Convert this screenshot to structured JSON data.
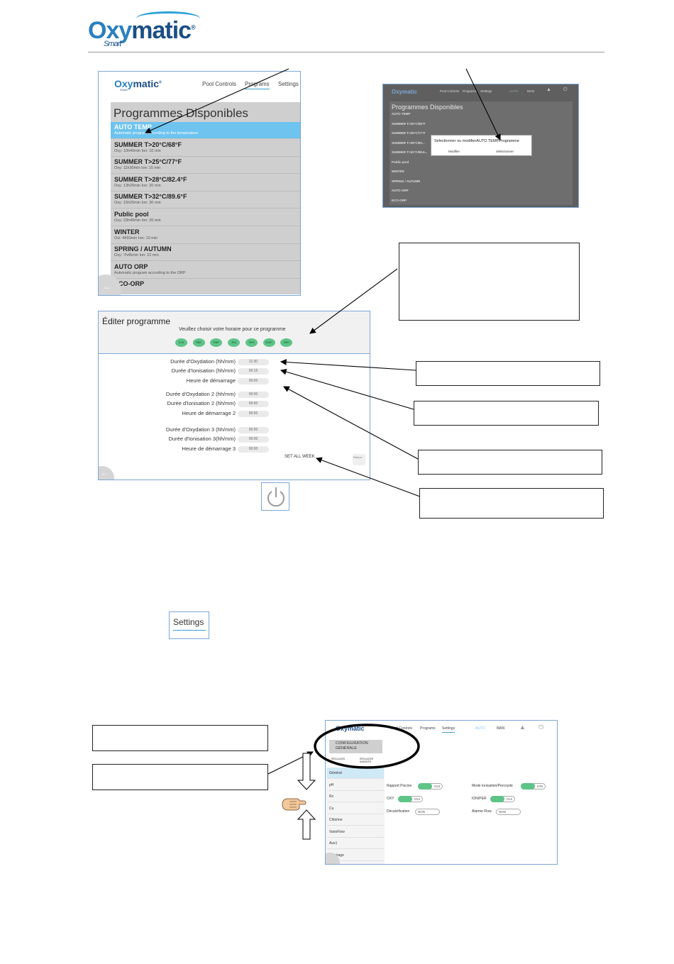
{
  "brand": {
    "logo_oxy": "Oxy",
    "logo_matic": "matic",
    "logo_reg": "®",
    "logo_smart": "Smart"
  },
  "programs_screen": {
    "logo_oxy": "Oxy",
    "logo_matic": "matic",
    "logo_tm": "®",
    "logo_smart": "Smart",
    "nav": [
      "Pool Controls",
      "Programs",
      "Settings"
    ],
    "title": "Programmes Disponibles",
    "items": [
      {
        "name": "AUTO TEMP",
        "desc": "Automatic program according to the temperature"
      },
      {
        "name": "SUMMER T>20°C/68°F",
        "desc": "Oxy: 10h40min  Ion: 10 min"
      },
      {
        "name": "SUMMER T>25°C/77°F",
        "desc": "Oxy: 11h30min  Ion: 15 min"
      },
      {
        "name": "SUMMER T>28°C/82.4°F",
        "desc": "Oxy: 13h20min  Ion: 20 min"
      },
      {
        "name": "SUMMER T>32°C/89.6°F",
        "desc": "Oxy: 15h20min  Ion: 30 min"
      },
      {
        "name": "Public pool",
        "desc": "Oxy: 23h40min  Ion: 20 min"
      },
      {
        "name": "WINTER",
        "desc": "Oxi: 4h50min  Ion: 10 min"
      },
      {
        "name": "SPRING / AUTUMN",
        "desc": "Oxy: 7h45min  Ion: 10 min"
      },
      {
        "name": "AUTO ORP",
        "desc": "Automatic program according to the ORP"
      },
      {
        "name": "ECO-ORP",
        "desc": ""
      }
    ],
    "back_arrow": "←"
  },
  "dialog_screen": {
    "logo": "Oxymatic",
    "nav": [
      "Pool Controls",
      "Programs",
      "Settings"
    ],
    "mode_auto": "AUTO",
    "mode_man": "MAN",
    "title": "Programmes Disponibles",
    "items": [
      "AUTO TEMP",
      "SUMMER T>20°C/68°F",
      "SUMMER T>25°C/77°F",
      "SUMMER T>28°C/82...",
      "SUMMER T>32°C/89.6...",
      "Public pool",
      "WINTER",
      "SPRING / AUTUMN",
      "AUTO ORP",
      "ECO-ORP"
    ],
    "dialog_text": "Sélectionner ou modifierAUTO TEMPProgramme",
    "dialog_modify": "Modifier",
    "dialog_select": "Sélectionner"
  },
  "editor_screen": {
    "title": "Éditer programme",
    "subtitle": "Veuillez choisir votre horaire pour ce programme",
    "days": [
      "Lun",
      "Mar",
      "Mer",
      "Jeu",
      "Ven",
      "Sam",
      "Dim"
    ],
    "fields": [
      {
        "label": "Durée d'Oxydation (hh/mm)",
        "value": "11:30"
      },
      {
        "label": "Durée d'Ionisation (hh/mm)",
        "value": "00:15"
      },
      {
        "label": "Heure de démarrage",
        "value": "06:00"
      },
      {
        "label": "Durée d'Oxydation 2 (hh/mm)",
        "value": "00:00"
      },
      {
        "label": "Durée d'Ionisation 2 (hh/mm)",
        "value": "00:00"
      },
      {
        "label": "Heure de démarrage 2",
        "value": "00:00"
      },
      {
        "label": "Durée d'Oxydation 3 (hh/mm)",
        "value": "00:00"
      },
      {
        "label": "Durée d'Ionisation 3(hh/mm)",
        "value": "00:00"
      },
      {
        "label": "Heure de démarrage 3",
        "value": "00:00"
      }
    ],
    "set_all_week": "SET ALL WEEK",
    "retour": "Retour",
    "back_arrow": "←"
  },
  "settings_button": {
    "label": "Settings"
  },
  "settings_screen": {
    "logo": "Oxymatic",
    "nav": [
      "Pool Controls",
      "Programs",
      "Settings"
    ],
    "mode_auto": "AUTO",
    "mode_man": "MAN",
    "config_title_1": "CONFIGURATION",
    "config_title_2": "GÉNÉRALE",
    "sub_tab_1": "RÉGLAGES",
    "sub_tab_2": "RÉGLAGES AVANCÉS",
    "sidebar": [
      "Général",
      "pH",
      "Rx",
      "Cu",
      "Chlorine",
      "VarioFlow",
      "Aux1",
      "Eclairage"
    ],
    "settings": [
      {
        "label": "Rapport Piscine",
        "state": "OUI"
      },
      {
        "label": "OXY",
        "state": "OUI"
      },
      {
        "label": "Décalcification",
        "state": "NON"
      },
      {
        "label": "Mode Ionisation/Percoyde",
        "state": "ION"
      },
      {
        "label": "ION/PER",
        "state": "OUI"
      },
      {
        "label": "Alarme Flow",
        "state": "NON"
      }
    ]
  },
  "colors": {
    "brand_blue": "#1b4f86",
    "accent_blue": "#6ec3ef",
    "toggle_green": "#5ec488"
  }
}
